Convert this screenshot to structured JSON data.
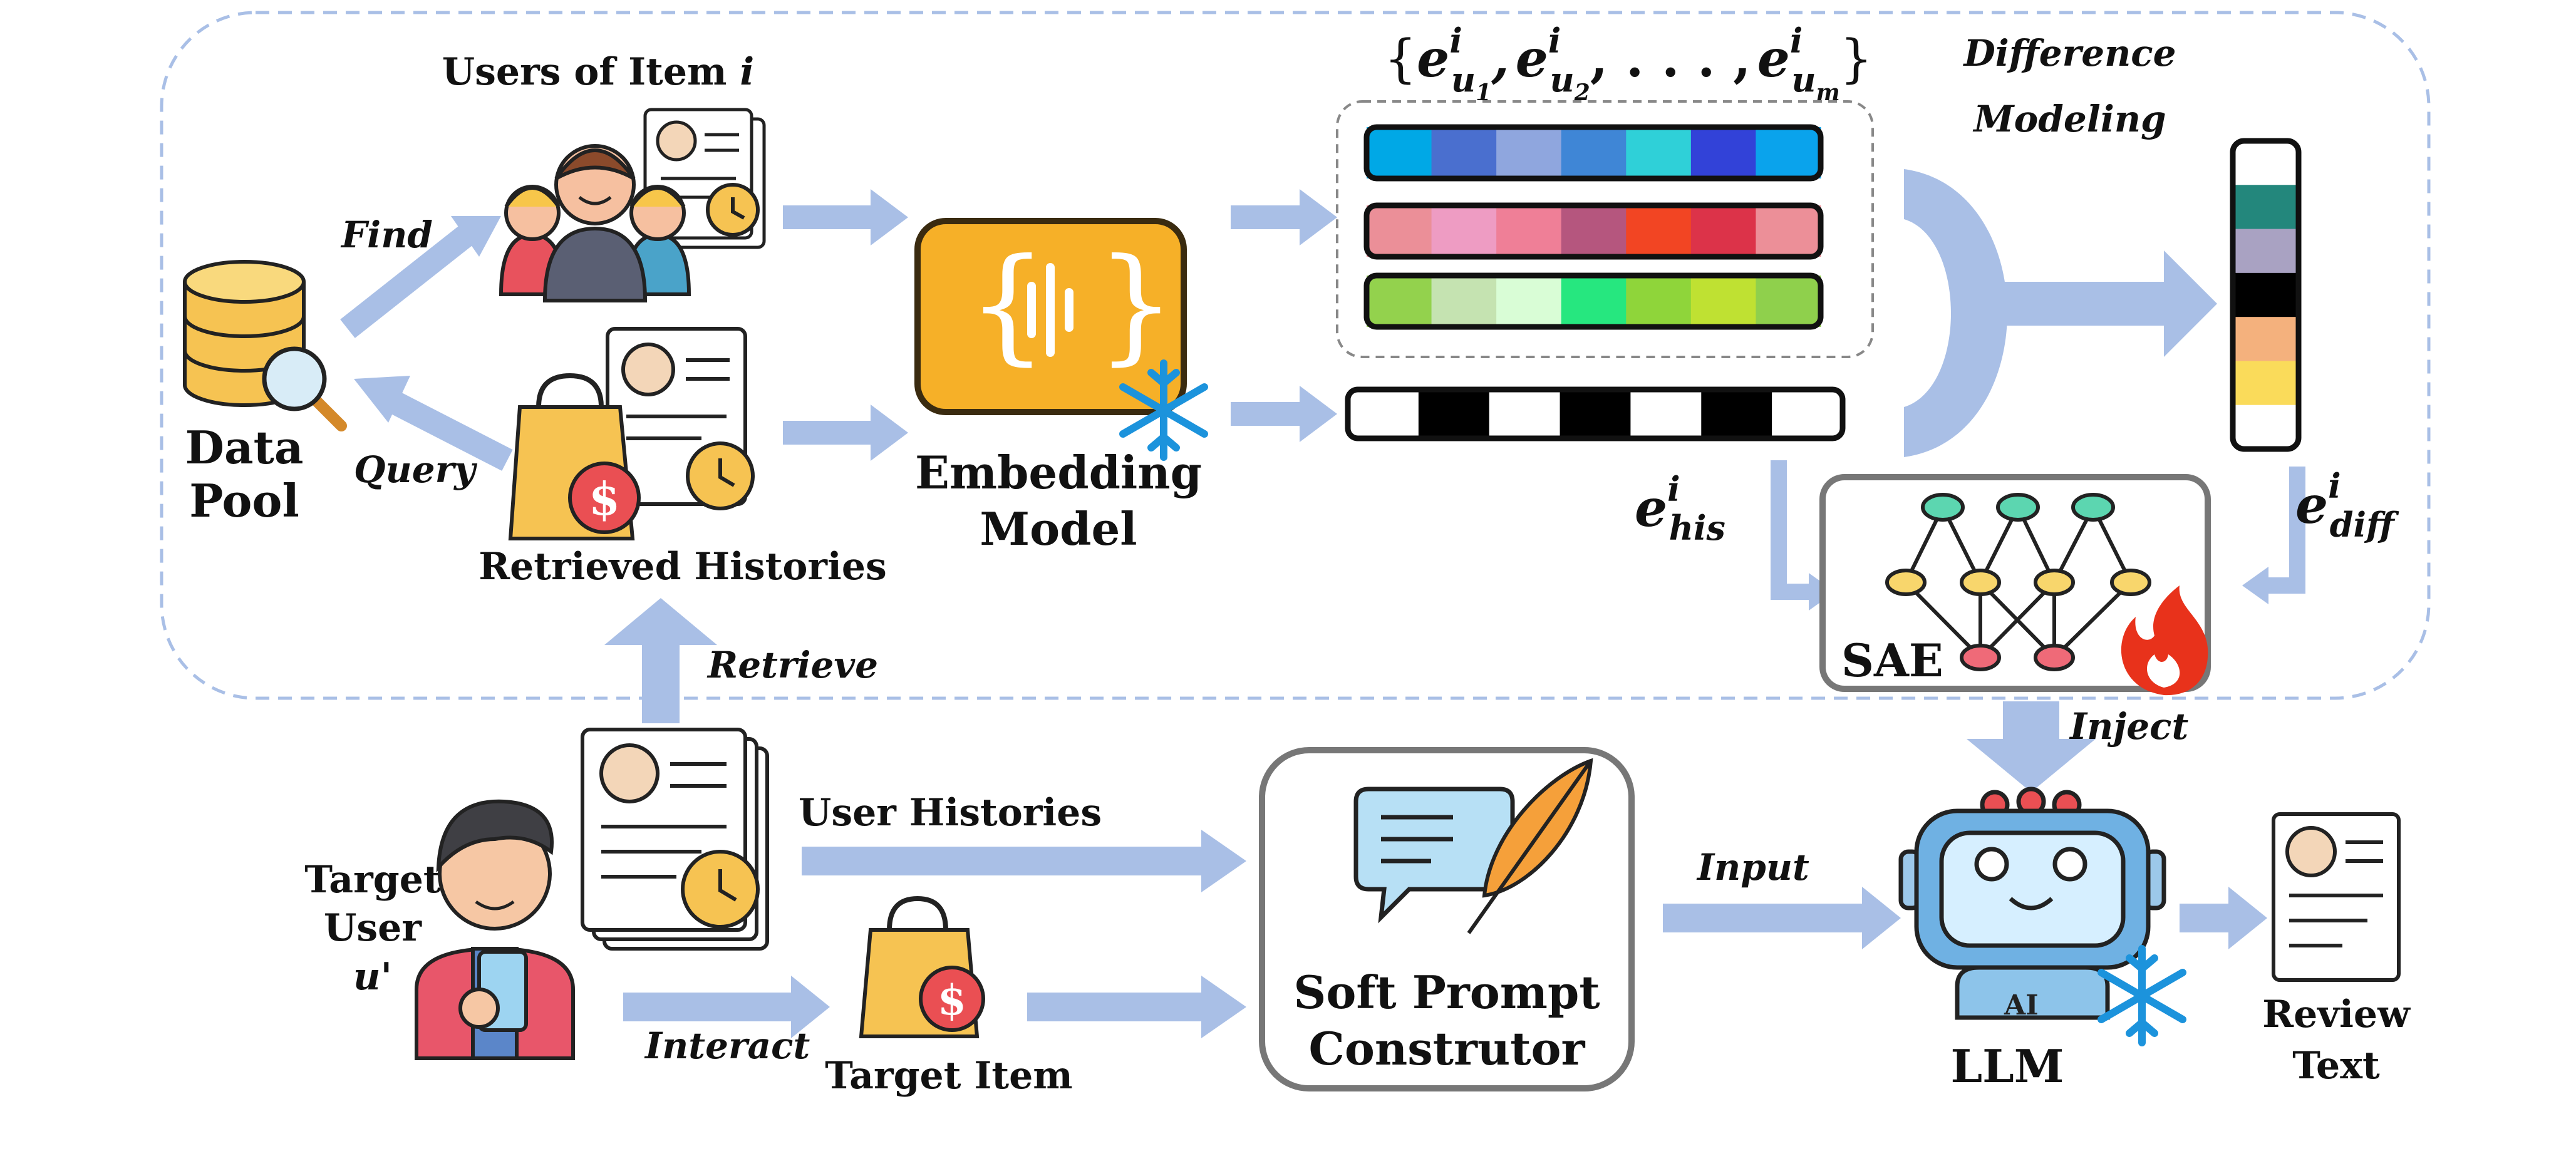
{
  "labels": {
    "data_pool_line1": "Data",
    "data_pool_line2": "Pool",
    "find": "Find",
    "query": "Query",
    "users_of_item": "Users of Item",
    "users_of_item_var": "i",
    "retrieved_histories": "Retrieved Histories",
    "retrieve": "Retrieve",
    "embedding_line1": "Embedding",
    "embedding_line2": "Model",
    "difference_line1": "Difference",
    "difference_line2": "Modeling",
    "sae": "SAE",
    "inject": "Inject",
    "target_user_line1": "Target",
    "target_user_line2": "User",
    "target_user_var": "u'",
    "user_histories": "User Histories",
    "interact": "Interact",
    "target_item": "Target Item",
    "soft_prompt_line1": "Soft Prompt",
    "soft_prompt_line2": "Construtor",
    "input": "Input",
    "llm": "LLM",
    "llm_badge": "AI",
    "review_line1": "Review",
    "review_line2": "Text",
    "e_his_base": "e",
    "e_his_sup": "i",
    "e_his_sub": "his",
    "e_diff_base": "e",
    "e_diff_sup": "i",
    "e_diff_sub": "diff",
    "set_open": "{",
    "set_close": "}",
    "set_e": "e",
    "set_sup": "i",
    "set_u": "u",
    "set_sub1": "1",
    "set_sub2": "2",
    "set_subm": "m",
    "set_comma": ",",
    "set_dots": ", . . . ,"
  },
  "colors": {
    "arrow": "#a9bfe6",
    "dashed_border": "#a9bfe6",
    "embedding_yellow": "#f6b028",
    "snowflake": "#1c93dc",
    "fire": "#e8321b",
    "vector_blue": [
      "#00a8e6",
      "#4a6fcf",
      "#8fa6de",
      "#3f86d6",
      "#2fd0d8",
      "#3242d8",
      "#0aa3ec"
    ],
    "vector_pink": [
      "#eb8f98",
      "#ee9cc3",
      "#ef7f97",
      "#b5567e",
      "#f24523",
      "#dc3349",
      "#ec8f98"
    ],
    "vector_green": [
      "#93d24d",
      "#c5e3b1",
      "#d9fdd6",
      "#26e77f",
      "#8fd53a",
      "#bfe132",
      "#8fd04c"
    ],
    "vector_his": [
      "#ffffff",
      "#000000",
      "#ffffff",
      "#000000",
      "#ffffff",
      "#000000",
      "#ffffff"
    ],
    "vector_diff": [
      "#ffffff",
      "#23877c",
      "#a9a2c2",
      "#000000",
      "#f4b17d",
      "#fadb5a",
      "#ffffff"
    ]
  },
  "icons": [
    "database-icon",
    "magnifier-icon",
    "users-group-icon",
    "profile-card-icon",
    "shopping-bag-icon",
    "dollar-icon",
    "clock-icon",
    "embedding-icon",
    "snowflake-icon",
    "neural-network-icon",
    "fire-icon",
    "user-avatar-icon",
    "phone-icon",
    "chat-bubble-icon",
    "feather-icon",
    "robot-icon",
    "document-icon"
  ]
}
